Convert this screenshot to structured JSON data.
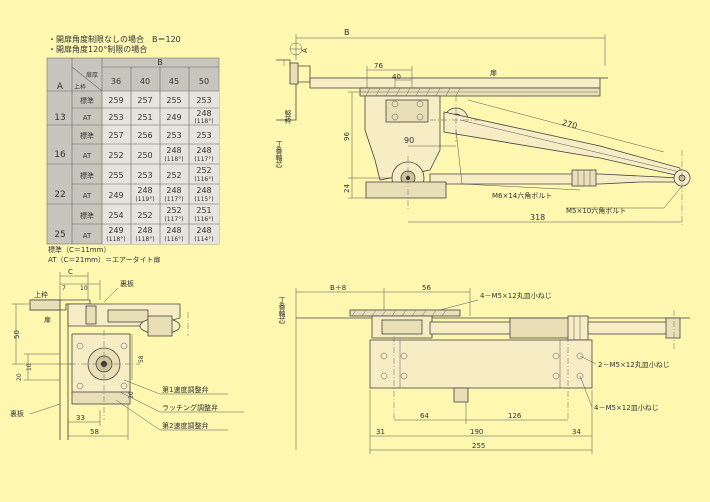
{
  "notes": {
    "note1": "・開扉角度制限なしの場合　B＝120",
    "note2": "・開扉角度120°制限の場合"
  },
  "table": {
    "b_header": "B",
    "col_a": "A",
    "diag_top": "扉厚",
    "diag_bottom": "上枠",
    "cols": [
      "36",
      "40",
      "45",
      "50"
    ],
    "groups": [
      {
        "a": "13",
        "rows": [
          {
            "type": "標準",
            "cells": [
              [
                "259",
                ""
              ],
              [
                "257",
                ""
              ],
              [
                "255",
                ""
              ],
              [
                "253",
                ""
              ]
            ]
          },
          {
            "type": "AT",
            "cells": [
              [
                "253",
                ""
              ],
              [
                "251",
                ""
              ],
              [
                "249",
                ""
              ],
              [
                "248",
                "(118°)"
              ]
            ]
          }
        ]
      },
      {
        "a": "16",
        "rows": [
          {
            "type": "標準",
            "cells": [
              [
                "257",
                ""
              ],
              [
                "256",
                ""
              ],
              [
                "253",
                ""
              ],
              [
                "253",
                ""
              ]
            ]
          },
          {
            "type": "AT",
            "cells": [
              [
                "252",
                ""
              ],
              [
                "250",
                ""
              ],
              [
                "248",
                "(118°)"
              ],
              [
                "248",
                "(117°)"
              ]
            ]
          }
        ]
      },
      {
        "a": "22",
        "rows": [
          {
            "type": "標準",
            "cells": [
              [
                "255",
                ""
              ],
              [
                "253",
                ""
              ],
              [
                "252",
                ""
              ],
              [
                "252",
                "(116°)"
              ]
            ]
          },
          {
            "type": "AT",
            "cells": [
              [
                "249",
                ""
              ],
              [
                "248",
                "(119°)"
              ],
              [
                "248",
                "(117°)"
              ],
              [
                "248",
                "(115°)"
              ]
            ]
          }
        ]
      },
      {
        "a": "25",
        "rows": [
          {
            "type": "標準",
            "cells": [
              [
                "254",
                ""
              ],
              [
                "252",
                ""
              ],
              [
                "252",
                "(117°)"
              ],
              [
                "251",
                "(116°)"
              ]
            ]
          },
          {
            "type": "AT",
            "cells": [
              [
                "249",
                "(118°)"
              ],
              [
                "248",
                "(118°)"
              ],
              [
                "248",
                "(116°)"
              ],
              [
                "248",
                "(114°)"
              ]
            ]
          }
        ]
      }
    ],
    "foot1": "標準（C＝11mm）",
    "foot2": "AT（C＝21mm）＝エアータイト扉"
  },
  "top_view": {
    "dim_b": "B",
    "dim_a": "A",
    "dim_76": "76",
    "dim_40": "40",
    "dim_270": "270",
    "dim_96": "96",
    "dim_90": "90",
    "dim_24": "24",
    "dim_318": "318",
    "label_door": "扉",
    "label_frame": "竪枠",
    "label_hinge": "丁番軸芯",
    "bolt_m6": "M6×14六角ボルト",
    "bolt_m5": "M5×10六角ボルト"
  },
  "side_view": {
    "dim_c": "C",
    "dim_7": "7",
    "dim_10": "10",
    "label_upper_frame": "上枠",
    "label_back_plate_top": "裏板",
    "label_door": "扉",
    "dim_50": "50",
    "dim_58a": "58",
    "dim_10b": "10",
    "dim_20": "20",
    "dim_30": "30",
    "label_back_plate_left": "裏板",
    "dim_33": "33",
    "dim_58b": "58",
    "valve1": "第1速度調整弁",
    "valve_latch": "ラッチング調整弁",
    "valve2": "第2速度調整弁"
  },
  "front_view": {
    "dim_b8": "B＋8",
    "dim_56": "56",
    "screw1": "4－M5×12丸皿小ねじ",
    "label_hinge": "丁番軸芯",
    "screw2": "2－M5×12丸皿小ねじ",
    "screw3": "4－M5×12皿小ねじ",
    "dim_64": "64",
    "dim_126": "126",
    "dim_31": "31",
    "dim_190": "190",
    "dim_34": "34",
    "dim_255": "255"
  }
}
